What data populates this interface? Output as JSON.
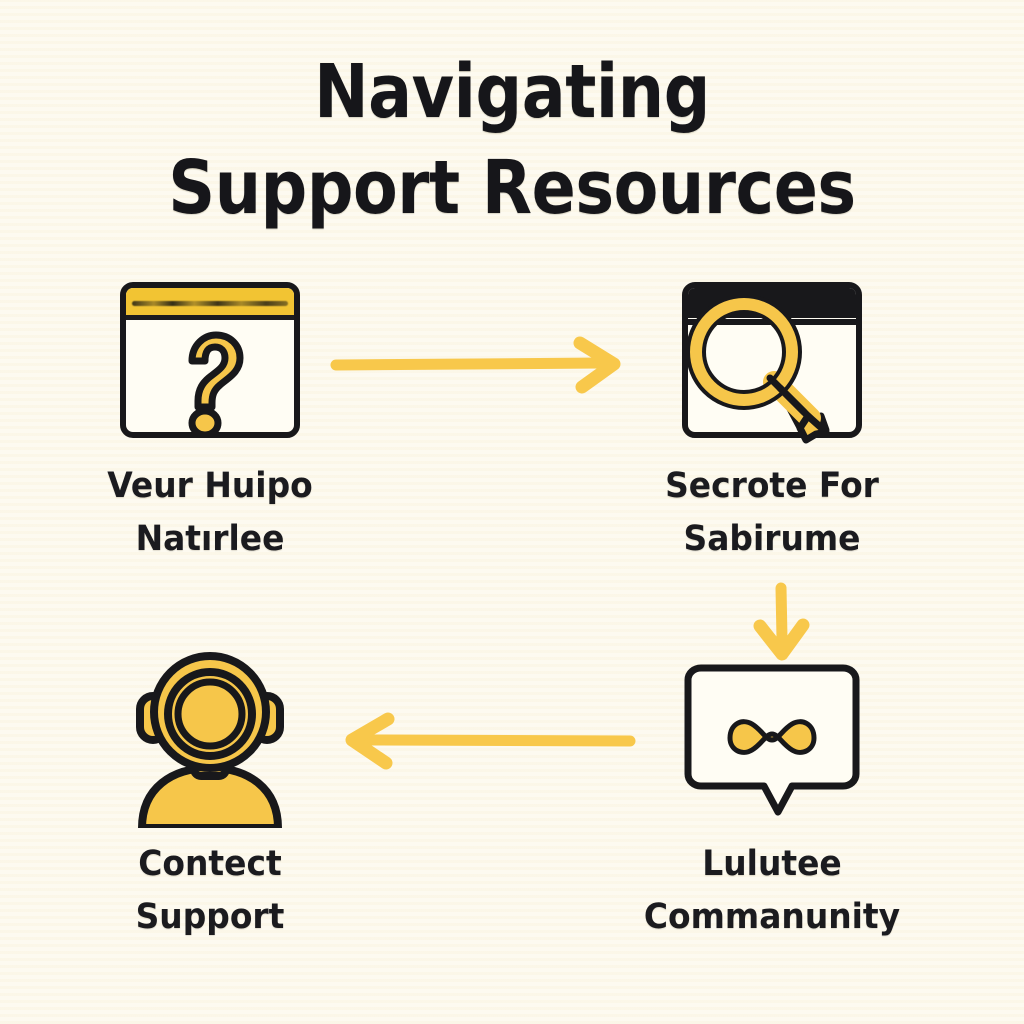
{
  "page": {
    "background_color": "#fdfaf0",
    "accent_gold": "#f8c84b",
    "ink_color": "#18181b"
  },
  "title": {
    "line1": "Navigating",
    "line2": "Support Resources"
  },
  "nodes": [
    {
      "id": "help-center",
      "icon": "question-mark-browser-window-icon",
      "label_line1": "Veur Huipo",
      "label_line2": "Natırlee"
    },
    {
      "id": "search-for-solution",
      "icon": "magnifying-glass-browser-window-icon",
      "label_line1": "Secrote For",
      "label_line2": "Sabirume"
    },
    {
      "id": "contact-support",
      "icon": "headset-support-agent-icon",
      "label_line1": "Contect",
      "label_line2": "Support"
    },
    {
      "id": "community-forum",
      "icon": "chat-bubble-icon",
      "label_line1": "Lulutee",
      "label_line2": "Commanunity"
    }
  ],
  "arrows": [
    {
      "id": "arrow-help-to-search",
      "direction": "right",
      "color": "#f8c84b"
    },
    {
      "id": "arrow-search-to-community",
      "direction": "down",
      "color": "#f8c84b"
    },
    {
      "id": "arrow-community-to-contact",
      "direction": "left",
      "color": "#f8c84b"
    }
  ]
}
